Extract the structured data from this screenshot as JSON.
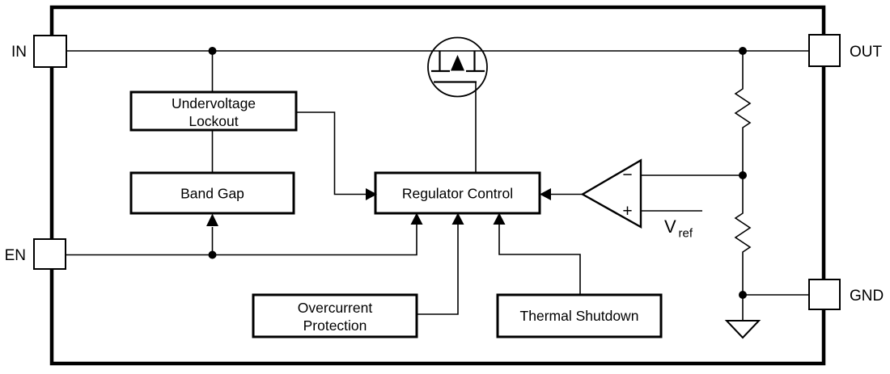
{
  "colors": {
    "line": "#000000",
    "background": "#ffffff",
    "text": "#000000"
  },
  "pins": {
    "in": {
      "label": "IN"
    },
    "out": {
      "label": "OUT"
    },
    "en": {
      "label": "EN"
    },
    "gnd": {
      "label": "GND"
    }
  },
  "blocks": {
    "undervoltage_lockout": {
      "line1": "Undervoltage",
      "line2": "Lockout"
    },
    "band_gap": {
      "label": "Band Gap"
    },
    "regulator_control": {
      "label": "Regulator Control"
    },
    "overcurrent_protection": {
      "line1": "Overcurrent",
      "line2": "Protection"
    },
    "thermal_shutdown": {
      "label": "Thermal Shutdown"
    }
  },
  "error_amplifier": {
    "inverting_label": "−",
    "noninverting_label": "+",
    "reference": {
      "symbol": "V",
      "subscript": "ref"
    }
  },
  "icons": {
    "pass_transistor": "pmos-pass-transistor-icon",
    "error_amplifier": "error-amplifier-triangle-icon",
    "feedback_resistor_top": "resistor-zigzag-icon",
    "feedback_resistor_bottom": "resistor-zigzag-icon",
    "ground": "ground-triangle-icon"
  }
}
